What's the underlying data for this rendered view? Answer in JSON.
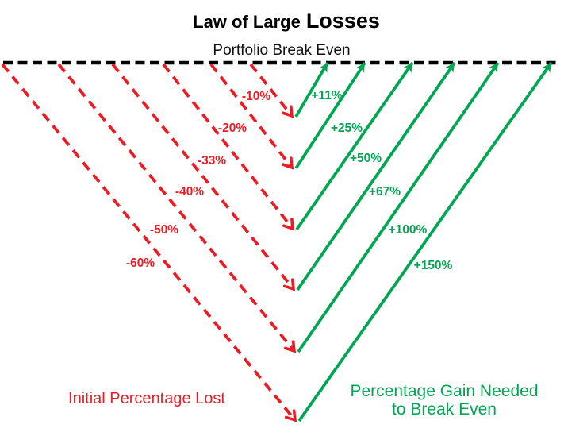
{
  "title": {
    "prefix": "Law of Large",
    "emphasis": "Losses"
  },
  "subtitle": "Portfolio Break Even",
  "captions": {
    "loss": "Initial Percentage Lost",
    "gain_line1": "Percentage Gain Needed",
    "gain_line2": "to Break Even"
  },
  "colors": {
    "loss_red": "#ec1c24",
    "gain_green": "#00a651",
    "breakeven_black": "#000000",
    "background": "#ffffff"
  },
  "chart_data": {
    "type": "line",
    "title": "Law of Large Losses",
    "breakeven_label": "Portfolio Break Even",
    "loss_axis_label": "Initial Percentage Lost",
    "gain_axis_label": "Percentage Gain Needed to Break Even",
    "grid": false,
    "legend_position": "none",
    "pairs": [
      {
        "loss_pct": -10,
        "gain_needed_pct": 11,
        "loss_label": "-10%",
        "gain_label": "+11%"
      },
      {
        "loss_pct": -20,
        "gain_needed_pct": 25,
        "loss_label": "-20%",
        "gain_label": "+25%"
      },
      {
        "loss_pct": -33,
        "gain_needed_pct": 50,
        "loss_label": "-33%",
        "gain_label": "+50%"
      },
      {
        "loss_pct": -40,
        "gain_needed_pct": 67,
        "loss_label": "-40%",
        "gain_label": "+67%"
      },
      {
        "loss_pct": -50,
        "gain_needed_pct": 100,
        "loss_label": "-50%",
        "gain_label": "+100%"
      },
      {
        "loss_pct": -60,
        "gain_needed_pct": 150,
        "loss_label": "-60%",
        "gain_label": "+150%"
      }
    ]
  }
}
